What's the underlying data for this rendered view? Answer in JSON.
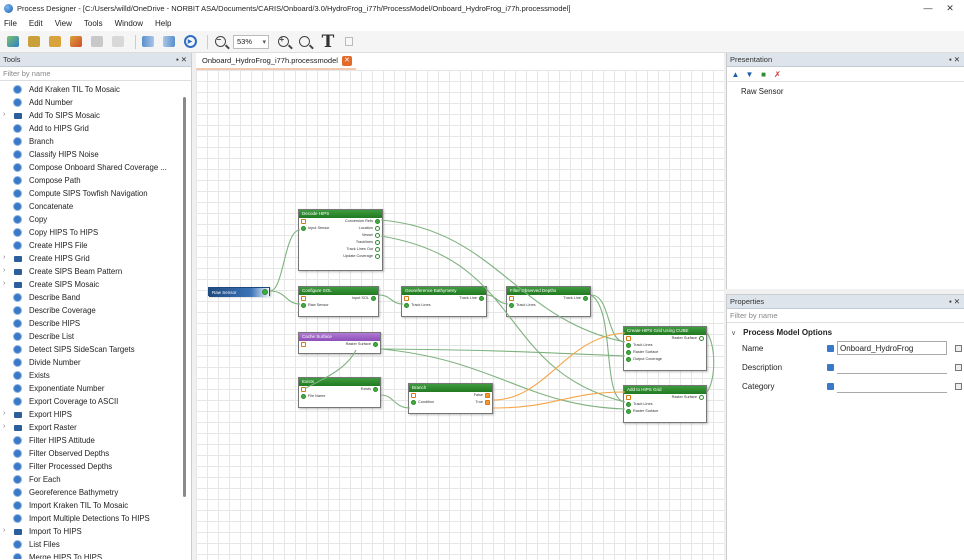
{
  "window": {
    "title": "Process Designer - [C:/Users/willd/OneDrive - NORBIT ASA/Documents/CARIS/Onboard/3.0/HydroFrog_i77h/ProcessModel/Onboard_HydroFrog_i77h.processmodel]",
    "minimize": "—",
    "close": "✕"
  },
  "menu": [
    "File",
    "Edit",
    "View",
    "Tools",
    "Window",
    "Help"
  ],
  "toolbar": {
    "zoom": "53%",
    "text_tool": "T"
  },
  "tools_panel": {
    "title": "Tools",
    "controls": "▪ ✕",
    "filter_placeholder": "Filter by name",
    "items": [
      {
        "label": "Add Kraken TIL To Mosaic",
        "icon": "gear-icon",
        "expandable": false
      },
      {
        "label": "Add Number",
        "icon": "gear-icon",
        "expandable": false
      },
      {
        "label": "Add To SIPS Mosaic",
        "icon": "folder-icon",
        "expandable": true
      },
      {
        "label": "Add to HIPS Grid",
        "icon": "gear-icon",
        "expandable": false
      },
      {
        "label": "Branch",
        "icon": "gear-icon",
        "expandable": false
      },
      {
        "label": "Classify HIPS Noise",
        "icon": "gear-icon",
        "expandable": false
      },
      {
        "label": "Compose Onboard Shared Coverage ...",
        "icon": "gear-icon",
        "expandable": false
      },
      {
        "label": "Compose Path",
        "icon": "gear-icon",
        "expandable": false
      },
      {
        "label": "Compute SIPS Towfish Navigation",
        "icon": "gear-icon",
        "expandable": false
      },
      {
        "label": "Concatenate",
        "icon": "gear-icon",
        "expandable": false
      },
      {
        "label": "Copy",
        "icon": "gear-icon",
        "expandable": false
      },
      {
        "label": "Copy HIPS To HIPS",
        "icon": "gear-icon",
        "expandable": false
      },
      {
        "label": "Create HIPS File",
        "icon": "gear-icon",
        "expandable": false
      },
      {
        "label": "Create HIPS Grid",
        "icon": "folder-icon",
        "expandable": true
      },
      {
        "label": "Create SIPS Beam Pattern",
        "icon": "folder-icon",
        "expandable": true
      },
      {
        "label": "Create SIPS Mosaic",
        "icon": "folder-icon",
        "expandable": true
      },
      {
        "label": "Describe Band",
        "icon": "gear-icon",
        "expandable": false
      },
      {
        "label": "Describe Coverage",
        "icon": "gear-icon",
        "expandable": false
      },
      {
        "label": "Describe HIPS",
        "icon": "gear-icon",
        "expandable": false
      },
      {
        "label": "Describe List",
        "icon": "gear-icon",
        "expandable": false
      },
      {
        "label": "Detect SIPS SideScan Targets",
        "icon": "gear-icon",
        "expandable": false
      },
      {
        "label": "Divide Number",
        "icon": "gear-icon",
        "expandable": false
      },
      {
        "label": "Exists",
        "icon": "gear-icon",
        "expandable": false
      },
      {
        "label": "Exponentiate Number",
        "icon": "gear-icon",
        "expandable": false
      },
      {
        "label": "Export Coverage to ASCII",
        "icon": "gear-icon",
        "expandable": false
      },
      {
        "label": "Export HIPS",
        "icon": "folder-icon",
        "expandable": true
      },
      {
        "label": "Export Raster",
        "icon": "folder-icon",
        "expandable": true
      },
      {
        "label": "Filter HIPS Attitude",
        "icon": "gear-icon",
        "expandable": false
      },
      {
        "label": "Filter Observed Depths",
        "icon": "gear-icon",
        "expandable": false
      },
      {
        "label": "Filter Processed Depths",
        "icon": "gear-icon",
        "expandable": false
      },
      {
        "label": "For Each",
        "icon": "gear-icon",
        "expandable": false
      },
      {
        "label": "Georeference Bathymetry",
        "icon": "gear-icon",
        "expandable": false
      },
      {
        "label": "Import Kraken TIL To Mosaic",
        "icon": "gear-icon",
        "expandable": false
      },
      {
        "label": "Import Multiple Detections To HIPS",
        "icon": "gear-icon",
        "expandable": false
      },
      {
        "label": "Import To HIPS",
        "icon": "folder-icon",
        "expandable": true
      },
      {
        "label": "List Files",
        "icon": "gear-icon",
        "expandable": false
      },
      {
        "label": "Merge HIPS To HIPS",
        "icon": "gear-icon",
        "expandable": false
      }
    ]
  },
  "canvas": {
    "tab_label": "Onboard_HydroFrog_i77h.processmodel",
    "tab_close": "✕",
    "nodes": {
      "raw_sensor": {
        "title": "Raw Sensor"
      },
      "decode_hips": {
        "title": "Decode HIPS",
        "ports": [
          "Input Sensor",
          "Conversion Refs",
          "Location",
          "Vessel",
          "Tracklines",
          "Track Lines Out",
          "Update Coverage"
        ]
      },
      "configure_sol": {
        "title": "Configure SOL",
        "ports": [
          "Raw Sensor",
          "Input SOL"
        ]
      },
      "georeference": {
        "title": "Georeference Bathymetry",
        "ports": [
          "Track Lines",
          "Track Line"
        ]
      },
      "filter_depths": {
        "title": "Filter Observed Depths",
        "ports": [
          "Track Lines",
          "Track Line"
        ]
      },
      "cache_surface": {
        "title": "Cache Surface",
        "ports": [
          "Raster Surface"
        ]
      },
      "exists": {
        "title": "Exists",
        "ports": [
          "File Name",
          "Exists"
        ]
      },
      "branch": {
        "title": "Branch",
        "ports": [
          "Condition",
          "False",
          "True"
        ]
      },
      "create_grid": {
        "title": "Create HIPS Grid Using CUBE",
        "ports": [
          "Track Lines",
          "Raster Surface",
          "Output Coverage",
          "Raster Surface"
        ]
      },
      "add_grid": {
        "title": "Add to HIPS Grid",
        "ports": [
          "Track Lines",
          "Raster Surface",
          "Raster Surface"
        ]
      }
    }
  },
  "presentation_panel": {
    "title": "Presentation",
    "controls": "▪ ✕",
    "items": [
      "Raw Sensor"
    ]
  },
  "properties_panel": {
    "title": "Properties",
    "controls": "▪ ✕",
    "filter_placeholder": "Filter by name",
    "group": "Process Model Options",
    "rows": [
      {
        "name": "Name",
        "value": "Onboard_HydroFrog"
      },
      {
        "name": "Description",
        "value": ""
      },
      {
        "name": "Category",
        "value": ""
      }
    ]
  },
  "colors": {
    "node_green": "#2f8b2f",
    "node_purple": "#9b62c4",
    "node_blue": "#2b5c94",
    "wire_green": "#7fb27f",
    "wire_orange": "#f5a545",
    "tab_close": "#e36a2a"
  }
}
